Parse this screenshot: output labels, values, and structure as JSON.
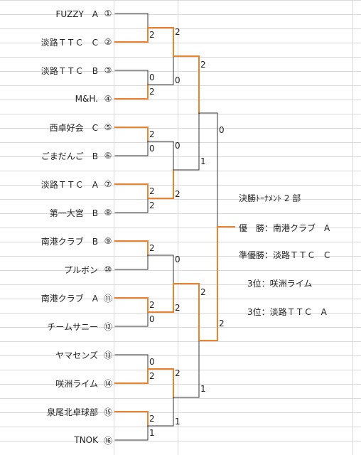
{
  "teams": [
    {
      "name": "FUZZY　A",
      "num": "①"
    },
    {
      "name": "淡路ＴＴＣ　C",
      "num": "②"
    },
    {
      "name": "淡路ＴＴＣ　B",
      "num": "③"
    },
    {
      "name": "M&H.",
      "num": "④"
    },
    {
      "name": "西卓好会　C",
      "num": "⑤"
    },
    {
      "name": "ごまだんご　B",
      "num": "⑥"
    },
    {
      "name": "淡路ＴＴＣ　A",
      "num": "⑦"
    },
    {
      "name": "第一大宮　B",
      "num": "⑧"
    },
    {
      "name": "南港クラブ　B",
      "num": "⑨"
    },
    {
      "name": "プルボン",
      "num": "⑩"
    },
    {
      "name": "南港クラブ　A",
      "num": "⑪"
    },
    {
      "name": "チームサニー",
      "num": "⑫"
    },
    {
      "name": "ヤマセンズ",
      "num": "⑬"
    },
    {
      "name": "咲洲ライム",
      "num": "⑭"
    },
    {
      "name": "泉尾北卓球部",
      "num": "⑮"
    },
    {
      "name": "TNOK",
      "num": "⑯"
    }
  ],
  "round1": [
    {
      "a": "",
      "b": "2",
      "winner": 1
    },
    {
      "a": "0",
      "b": "2",
      "winner": 1
    },
    {
      "a": "2",
      "b": "0",
      "winner": 0
    },
    {
      "a": "2",
      "b": "2",
      "winner": 0
    },
    {
      "a": "2",
      "b": "",
      "winner": 0
    },
    {
      "a": "2",
      "b": "0",
      "winner": 0
    },
    {
      "a": "0",
      "b": "2",
      "winner": 1
    },
    {
      "a": "2",
      "b": "1",
      "winner": 0
    }
  ],
  "round2": [
    {
      "a": "2",
      "b": "0",
      "winner": 0
    },
    {
      "a": "0",
      "b": "2",
      "winner": 1
    },
    {
      "a": "0",
      "b": "2",
      "winner": 1
    },
    {
      "a": "2",
      "b": "1",
      "winner": 0
    }
  ],
  "round3": [
    {
      "a": "2",
      "b": "1",
      "winner": 0
    },
    {
      "a": "2",
      "b": "1",
      "winner": 0
    }
  ],
  "final": {
    "a": "0",
    "b": "2",
    "winner": 1
  },
  "results": {
    "title": "決勝ﾄｰﾅﾒﾝﾄ 2 部",
    "winner": "優　勝：南港クラブ　A",
    "runner_up": "準優勝：淡路ＴＴＣ　C",
    "third_1": "　3位：咲洲ライム",
    "third_2": "　3位：淡路ＴＴＣ　A"
  },
  "colors": {
    "win": "#e8832e",
    "lose": "#333333",
    "grid": "#d9d9d9"
  }
}
